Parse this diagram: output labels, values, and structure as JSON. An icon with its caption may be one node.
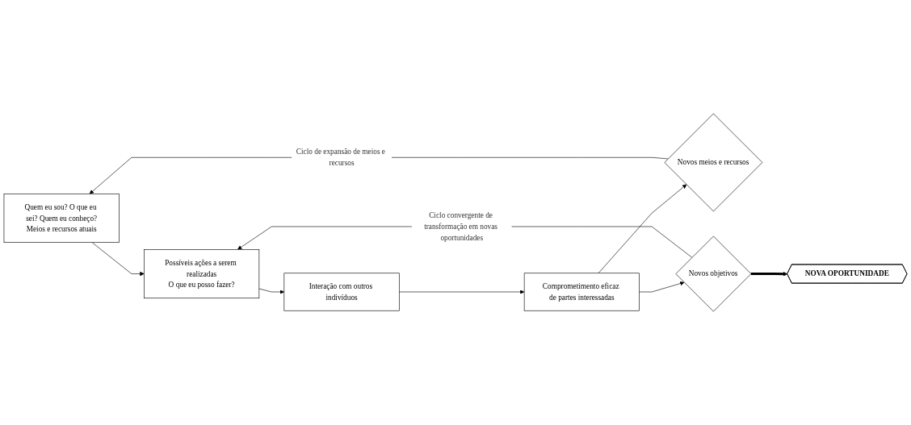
{
  "diagram": {
    "nodes": [
      {
        "text": [
          "Quem eu sou? O que eu sei? Quem eu conheço?",
          "Meios e recursos atuais"
        ]
      },
      {
        "text": [
          "Possíveis ações a serem realizadas",
          "O que eu posso fazer?"
        ]
      },
      {
        "text": [
          "Interação com outros indivíduos"
        ]
      },
      {
        "text": [
          "Comprometimento eficaz de partes interessadas"
        ]
      },
      {
        "text": [
          "Novos meios e recursos"
        ]
      },
      {
        "text": [
          "Novos objetivos"
        ]
      },
      {
        "text": [
          "NOVA OPORTUNIDADE"
        ]
      }
    ],
    "edges": [
      {
        "from": 0,
        "to": 1,
        "arrow": "to"
      },
      {
        "from": 1,
        "to": 2,
        "arrow": "to"
      },
      {
        "from": 2,
        "to": 3,
        "arrow": "to"
      },
      {
        "from": 3,
        "to": 4,
        "arrow": "to"
      },
      {
        "from": 3,
        "to": 5,
        "arrow": "to"
      },
      {
        "from": 4,
        "to": 0,
        "arrow": "to",
        "label": "Ciclo de expansão de meios e recursos"
      },
      {
        "from": 5,
        "to": 1,
        "arrow": "to",
        "label": "Ciclo convergente de transformação em novas oportunidades"
      },
      {
        "from": 5,
        "to": 6,
        "arrow": "to",
        "style": "thick"
      }
    ]
  }
}
